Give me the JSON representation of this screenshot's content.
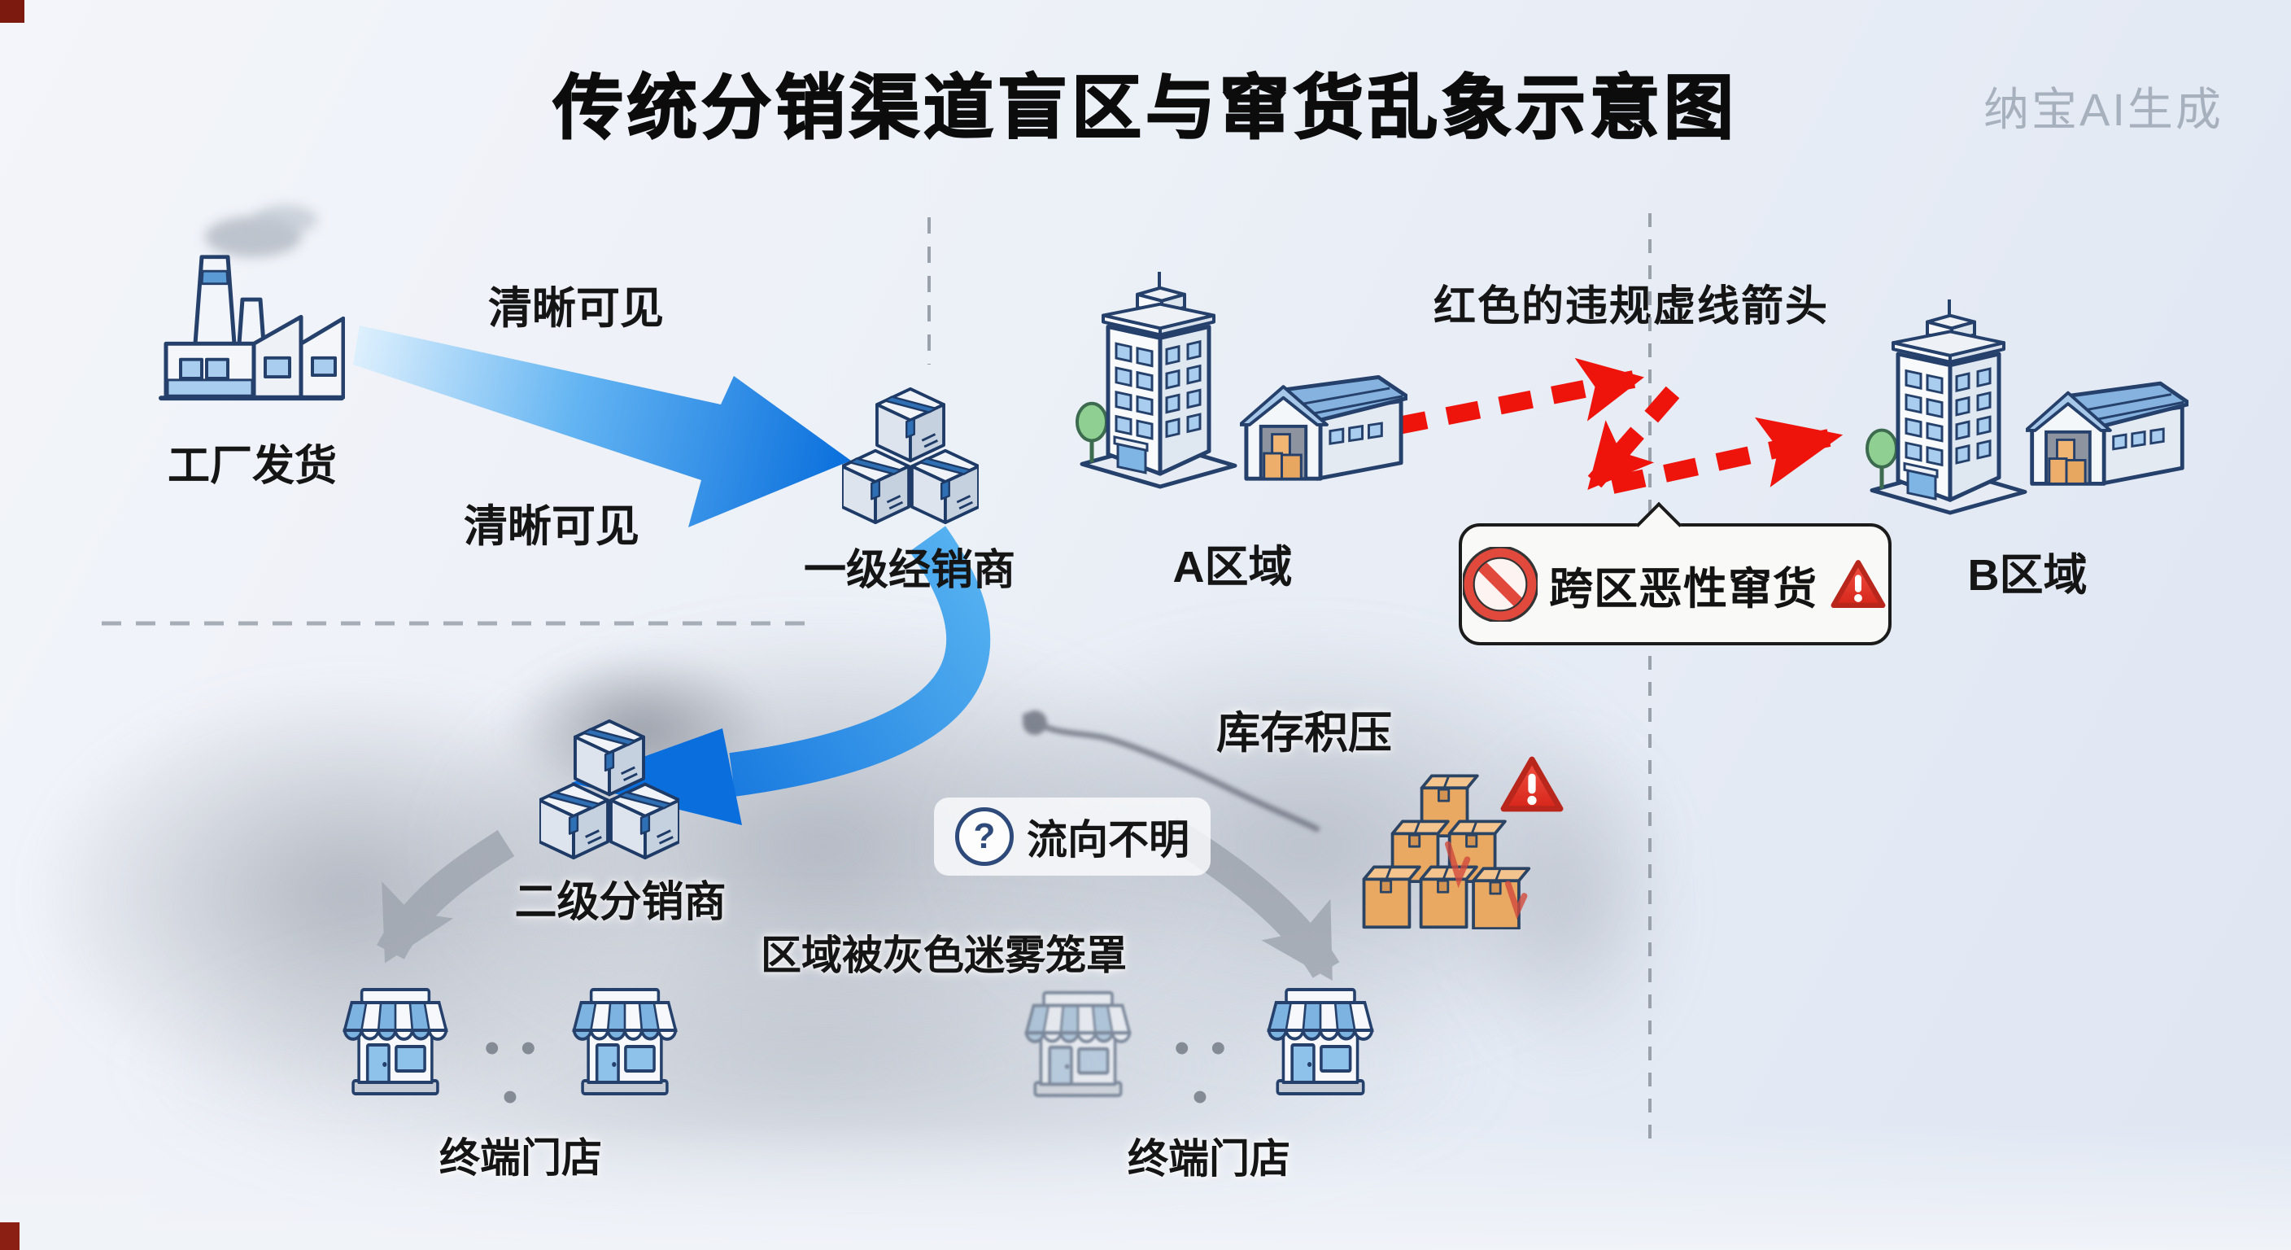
{
  "meta": {
    "watermark": "纳宝AI生成"
  },
  "title": "传统分销渠道盲区与窜货乱象示意图",
  "upper": {
    "factory": {
      "label": "工厂发货"
    },
    "visible_flow": {
      "label_top": "清晰可见",
      "label_bottom": "清晰可见"
    },
    "tier1": {
      "label": "一级经销商"
    },
    "region_a": {
      "label": "A区域"
    },
    "red_arrow": {
      "label": "红色的违规虚线箭头"
    },
    "violation": {
      "label": "跨区恶性窜货"
    },
    "region_b": {
      "label": "B区域"
    }
  },
  "lower": {
    "tier2": {
      "label": "二级分销商"
    },
    "fog": {
      "label": "区域被灰色迷雾笼罩"
    },
    "flow_unknown": {
      "icon": "?",
      "label": "流向不明"
    },
    "inventory": {
      "label": "库存积压"
    },
    "stores_left": {
      "label": "终端门店",
      "ellipsis": "• • •"
    },
    "stores_right": {
      "label": "终端门店",
      "ellipsis": "• • •"
    }
  },
  "colors": {
    "flow_blue": "#0d74e4",
    "violation_red": "#ee130b",
    "fog_gray": "#9aa1ab",
    "outline_navy": "#2e4a7a",
    "box_orange": "#ecae6a"
  }
}
